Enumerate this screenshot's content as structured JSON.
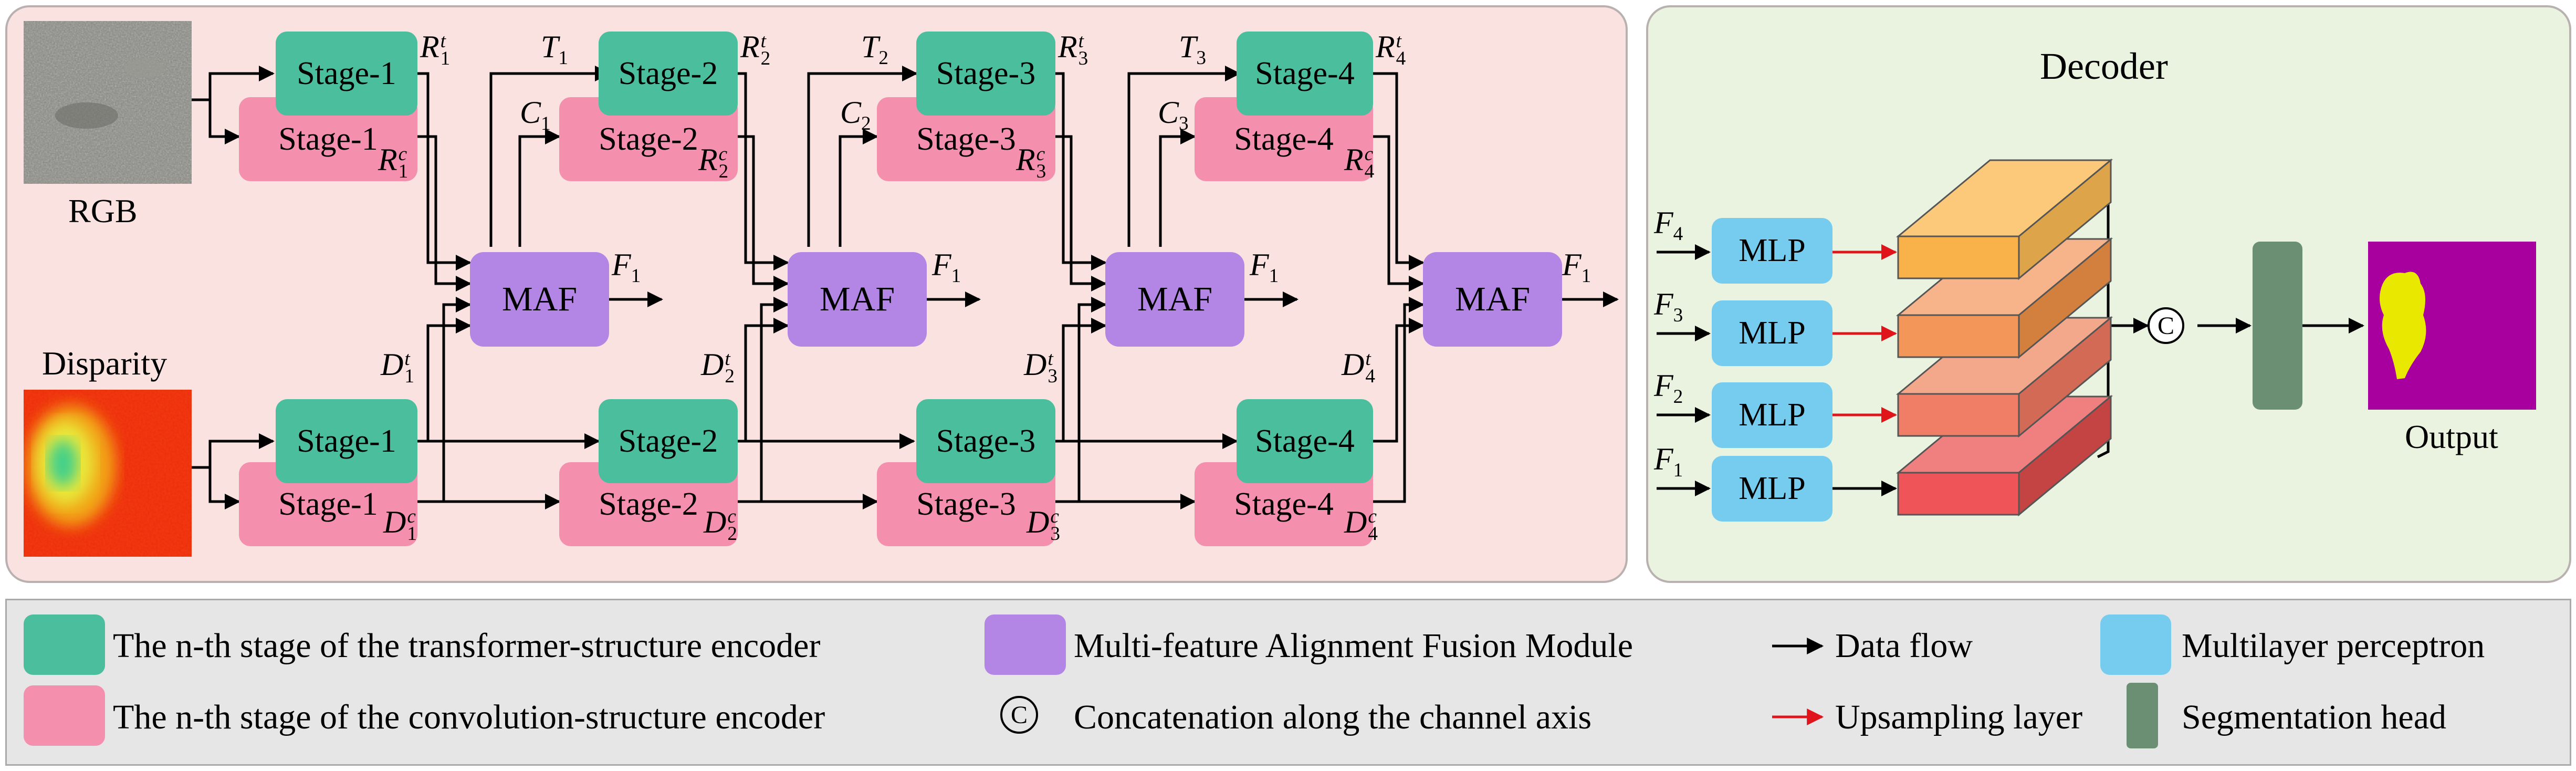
{
  "encoder": {
    "rgb_label": "RGB",
    "disparity_label": "Disparity",
    "stage_labels": [
      "Stage-1",
      "Stage-2",
      "Stage-3",
      "Stage-4"
    ],
    "maf_label": "MAF",
    "output_label": "F1",
    "rgb_t_outputs": [
      "R1t",
      "R2t",
      "R3t",
      "R4t"
    ],
    "rgb_c_outputs": [
      "R1c",
      "R2c",
      "R3c",
      "R4c"
    ],
    "disp_t_outputs": [
      "D1t",
      "D2t",
      "D3t",
      "D4t"
    ],
    "disp_c_outputs": [
      "D1c",
      "D2c",
      "D3c",
      "D4c"
    ],
    "t_inputs": [
      "T1",
      "T2",
      "T3"
    ],
    "c_inputs": [
      "C1",
      "C2",
      "C3"
    ]
  },
  "decoder": {
    "title": "Decoder",
    "inputs": [
      "F4",
      "F3",
      "F2",
      "F1"
    ],
    "mlp_label": "MLP",
    "concat_symbol": "C",
    "output_label": "Output"
  },
  "legend": {
    "items": [
      "The n-th stage of the transformer-structure encoder",
      "The n-th stage of the convolution-structure encoder",
      "Multi-feature Alignment Fusion Module",
      "Concatenation along the channel axis",
      "Data flow",
      "Upsampling layer",
      "Multilayer perceptron",
      "Segmentation head"
    ],
    "concat_symbol": "C"
  },
  "colors": {
    "transformer_stage": "#4bbf9d",
    "convolution_stage": "#f48fae",
    "maf": "#b386e6",
    "mlp": "#76ccef",
    "segmentation_head": "#6a8f72",
    "upsampling_arrow": "#e0141b",
    "data_flow_arrow": "#000000",
    "output_background": "#a8009e",
    "output_foreground": "#e8e800"
  }
}
